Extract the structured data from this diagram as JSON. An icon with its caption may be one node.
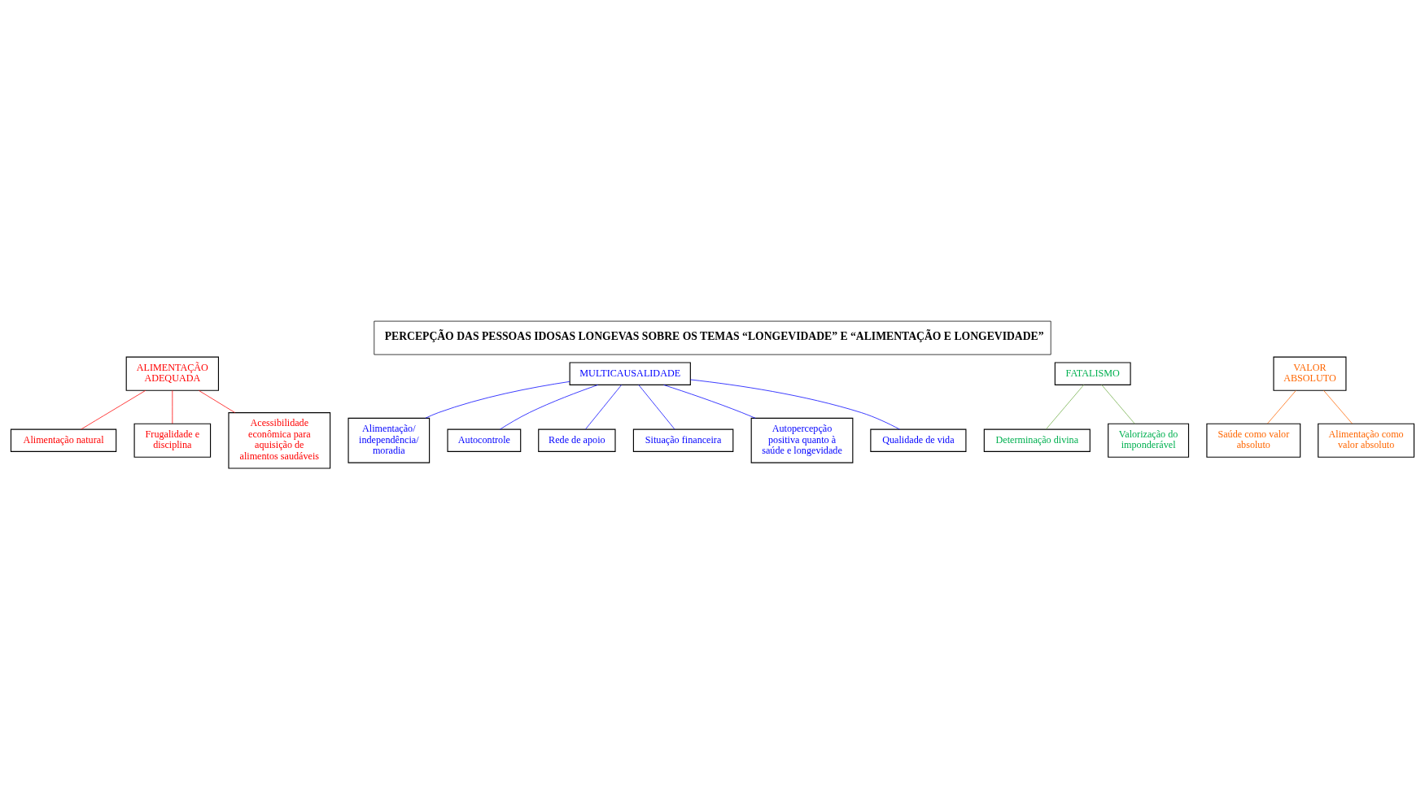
{
  "diagram": {
    "title": "PERCEPÇÃO DAS PESSOAS IDOSAS LONGEVAS SOBRE OS TEMAS “LONGEVIDADE” E “ALIMENTAÇÃO E LONGEVIDADE”",
    "nodes": [
      {
        "text": [
          "ALIMENTAÇÃO ADEQUADA"
        ]
      },
      {
        "text": [
          "Alimentação natural"
        ]
      },
      {
        "text": [
          "Frugalidade e disciplina"
        ]
      },
      {
        "text": [
          "Acessibilidade econômica para aquisição de alimentos saudáveis"
        ]
      },
      {
        "text": [
          "MULTICAUSALIDADE"
        ]
      },
      {
        "text": [
          "Alimentação/ independência/ moradia"
        ]
      },
      {
        "text": [
          "Autocontrole"
        ]
      },
      {
        "text": [
          "Rede de apoio"
        ]
      },
      {
        "text": [
          "Situação financeira"
        ]
      },
      {
        "text": [
          "Autopercepção positiva quanto à saúde e longevidade"
        ]
      },
      {
        "text": [
          "Qualidade de vida"
        ]
      },
      {
        "text": [
          "FATALISMO"
        ]
      },
      {
        "text": [
          "Determinação divina"
        ]
      },
      {
        "text": [
          "Valorização do imponderável"
        ]
      },
      {
        "text": [
          "VALOR ABSOLUTO"
        ]
      },
      {
        "text": [
          "Saúde como valor absoluto"
        ]
      },
      {
        "text": [
          "Alimentação como valor absoluto"
        ]
      }
    ],
    "edges": [
      {
        "from": 0,
        "to": 1,
        "arrow": "none",
        "color": "#ff0000"
      },
      {
        "from": 0,
        "to": 2,
        "arrow": "none",
        "color": "#ff0000"
      },
      {
        "from": 0,
        "to": 3,
        "arrow": "none",
        "color": "#ff0000"
      },
      {
        "from": 4,
        "to": 5,
        "arrow": "none"
      },
      {
        "from": 4,
        "to": 6,
        "arrow": "none"
      },
      {
        "from": 4,
        "to": 7,
        "arrow": "none"
      },
      {
        "from": 4,
        "to": 8,
        "arrow": "none"
      },
      {
        "from": 4,
        "to": 9,
        "arrow": "none"
      },
      {
        "from": 4,
        "to": 10,
        "arrow": "none"
      },
      {
        "from": 11,
        "to": 12,
        "arrow": "none",
        "color": "#70ad47"
      },
      {
        "from": 11,
        "to": 13,
        "arrow": "none",
        "color": "#70ad47"
      },
      {
        "from": 14,
        "to": 15,
        "arrow": "none",
        "color": "#ff6600"
      },
      {
        "from": 14,
        "to": 16,
        "arrow": "none",
        "color": "#ff6600"
      }
    ]
  }
}
